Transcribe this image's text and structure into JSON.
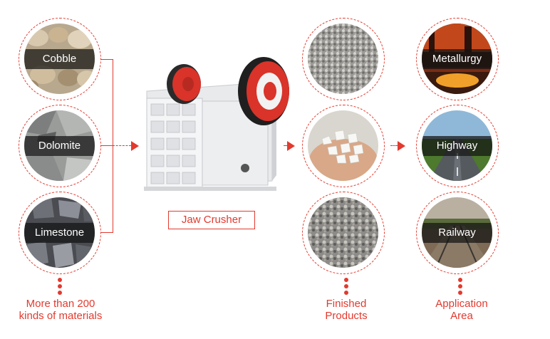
{
  "inputs": {
    "items": [
      {
        "label": "Cobble",
        "icon": "cobble-photo"
      },
      {
        "label": "Dolomite",
        "icon": "dolomite-photo"
      },
      {
        "label": "Limestone",
        "icon": "limestone-photo"
      }
    ],
    "caption_line1": "More than 200",
    "caption_line2": "kinds of materials"
  },
  "machine": {
    "label": "Jaw Crusher",
    "icon": "jaw-crusher-image"
  },
  "products": {
    "items": [
      {
        "icon": "fine-gravel-photo"
      },
      {
        "icon": "white-chips-in-hand-photo"
      },
      {
        "icon": "mixed-aggregate-photo"
      }
    ],
    "caption_line1": "Finished",
    "caption_line2": "Products"
  },
  "applications": {
    "items": [
      {
        "label": "Metallurgy",
        "icon": "metallurgy-photo"
      },
      {
        "label": "Highway",
        "icon": "highway-photo"
      },
      {
        "label": "Railway",
        "icon": "railway-photo"
      }
    ],
    "caption_line1": "Application",
    "caption_line2": "Area"
  },
  "colors": {
    "accent": "#e23a2e",
    "band": "#141414"
  }
}
